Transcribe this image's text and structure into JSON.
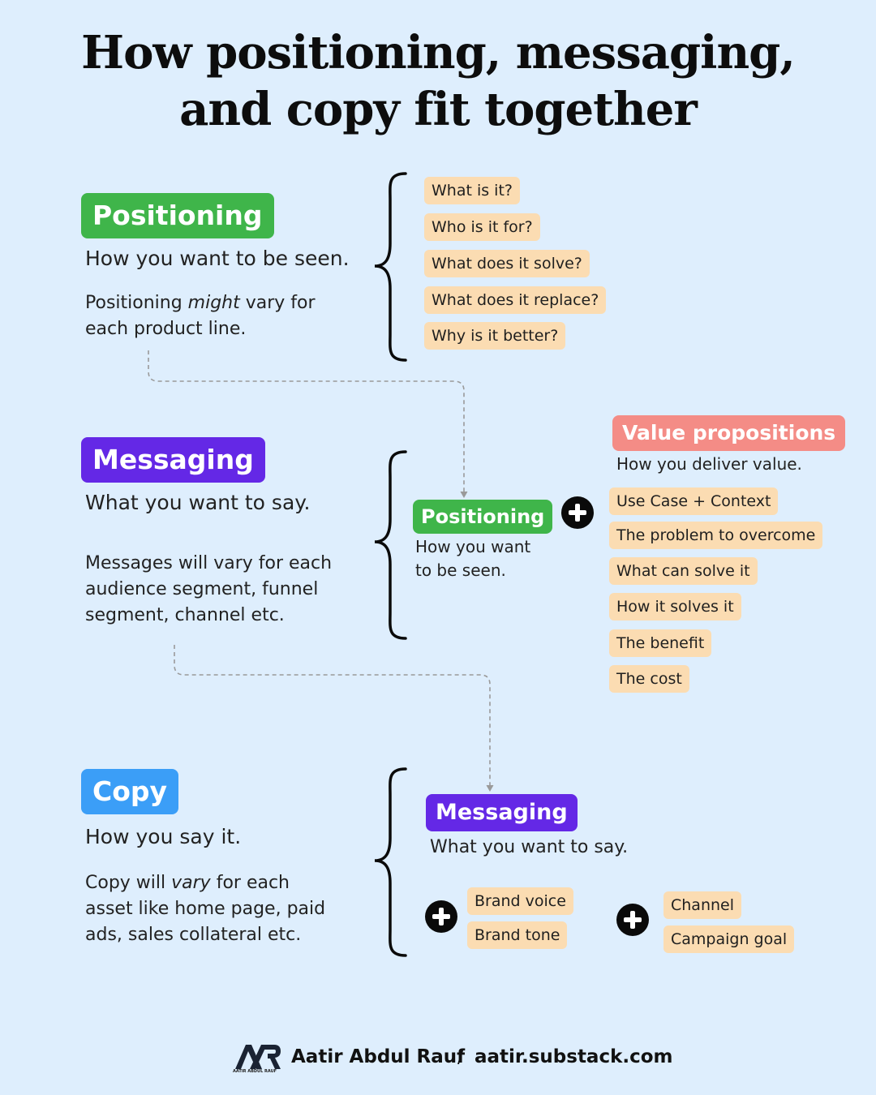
{
  "title": {
    "line1": "How positioning, messaging,",
    "line2": "and copy fit together"
  },
  "positioning_section": {
    "badge": "Positioning",
    "subtitle": "How you want to be seen.",
    "note_prefix": "Positioning ",
    "note_italic": "might",
    "note_suffix": " vary for",
    "note_line2": "each product line.",
    "questions": [
      "What is it?",
      "Who is it for?",
      "What does it solve?",
      "What does it replace?",
      "Why is it better?"
    ]
  },
  "messaging_section": {
    "badge": "Messaging",
    "subtitle": "What you want to say.",
    "note_lines": [
      "Messages will vary for each",
      "audience segment, funnel",
      "segment, channel etc."
    ],
    "inner_badge": "Positioning",
    "inner_line1": "How you want",
    "inner_line2": "to be seen.",
    "value_badge": "Value propositions",
    "value_subtitle": "How you deliver value.",
    "value_items": [
      "Use Case + Context",
      "The problem to overcome",
      "What can solve it",
      "How it solves it",
      "The benefit",
      "The cost"
    ]
  },
  "copy_section": {
    "badge": "Copy",
    "subtitle": "How you say it.",
    "note_l1_prefix": "Copy will ",
    "note_l1_italic": "vary",
    "note_l1_suffix": " for each",
    "note_line2": "asset like home page, paid",
    "note_line3": "ads, sales collateral etc.",
    "inner_badge": "Messaging",
    "inner_subtitle": "What you want to say.",
    "brand_items": [
      "Brand voice",
      "Brand tone"
    ],
    "channel_items": [
      "Channel",
      "Campaign goal"
    ]
  },
  "footer": {
    "logo_caption": "AATIR ABDUL RAUF",
    "author": "Aatir Abdul Rauf",
    "separator": "/",
    "site": "aatir.substack.com"
  },
  "colors": {
    "background": "#deeefd",
    "positioning": "#3fb54a",
    "messaging": "#6428e6",
    "copy": "#3b9ef7",
    "value_propositions": "#f48c86",
    "chip": "#fbdcb2"
  }
}
